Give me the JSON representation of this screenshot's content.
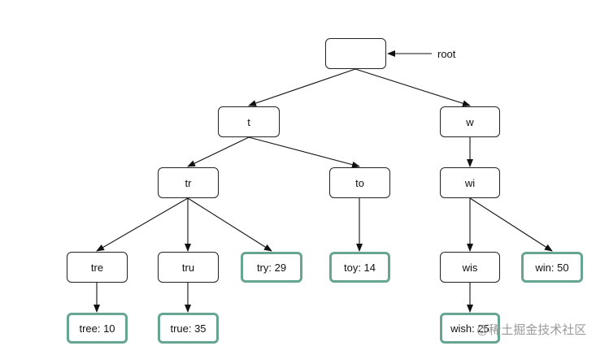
{
  "nodes": {
    "root": "",
    "t": "t",
    "w": "w",
    "tr": "tr",
    "to": "to",
    "wi": "wi",
    "tre": "tre",
    "tru": "tru",
    "try": "try: 29",
    "toy": "toy: 14",
    "wis": "wis",
    "win": "win: 50",
    "tree": "tree: 10",
    "true": "true: 35",
    "wish": "wish: 25"
  },
  "annotations": {
    "root_label": "root"
  },
  "watermark": "@稀土掘金技术社区",
  "colors": {
    "terminal_border": "#67a593",
    "edge": "#111111"
  }
}
